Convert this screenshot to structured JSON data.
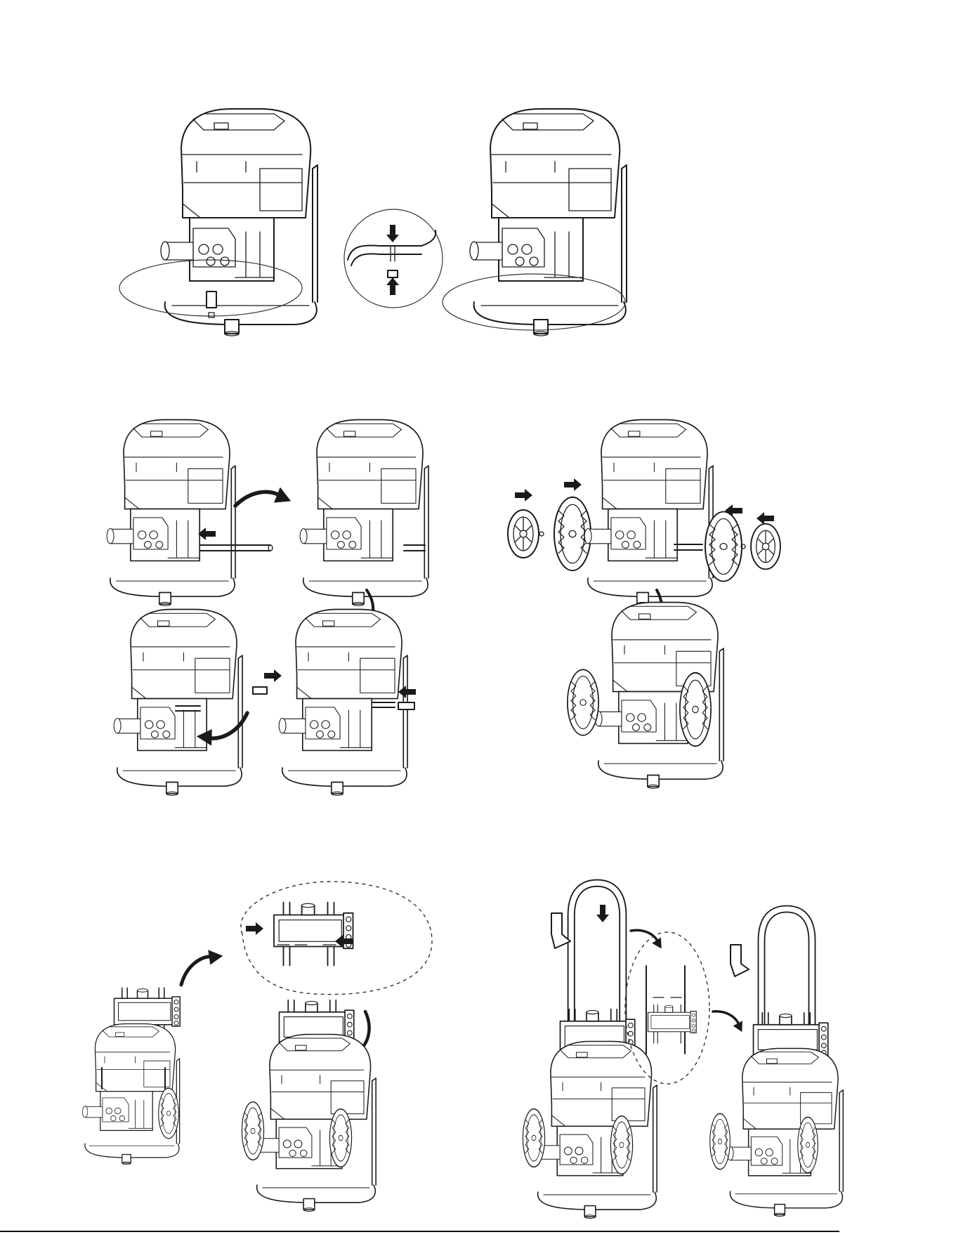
{
  "page": {
    "kind": "assembly-instructions",
    "illustrations": [
      {
        "id": "foot-install",
        "description_icons": [
          "pressure-washer-unit",
          "rubber-foot",
          "arrow-down",
          "arrow-up",
          "detail-callout"
        ]
      },
      {
        "id": "axle-install",
        "description_icons": [
          "pressure-washer-unit",
          "axle-rod",
          "spacer",
          "curved-arrow"
        ]
      },
      {
        "id": "wheel-install",
        "description_icons": [
          "pressure-washer-unit",
          "wheel",
          "hubcap",
          "nut",
          "arrow-right",
          "arrow-left"
        ]
      },
      {
        "id": "bracket-install",
        "description_icons": [
          "hose-bracket",
          "bolts",
          "dashed-callout",
          "curved-arrow"
        ]
      },
      {
        "id": "handle-install",
        "description_icons": [
          "handle",
          "hook",
          "bolts",
          "dashed-callout",
          "arrow-down"
        ]
      }
    ]
  }
}
